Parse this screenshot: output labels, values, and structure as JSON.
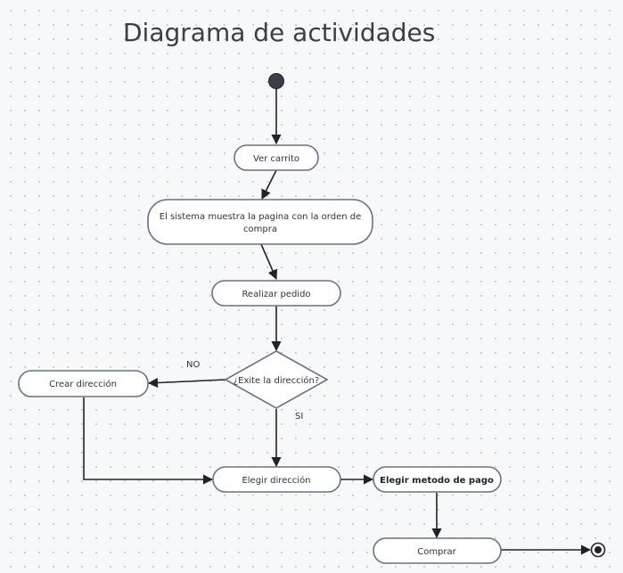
{
  "diagram": {
    "title": "Diagrama de actividades",
    "nodes": {
      "ver_carrito": "Ver carrito",
      "sistema_muestra_line1": "El sistema muestra la pagina con la orden de",
      "sistema_muestra_line2": "compra",
      "realizar_pedido": "Realizar pedido",
      "existe_direccion": "¿Exite la dirección?",
      "crear_direccion": "Crear dirección",
      "elegir_direccion": "Elegir dirección",
      "elegir_metodo_pago": "Elegir metodo de pago",
      "comprar": "Comprar"
    },
    "edge_labels": {
      "no": "NO",
      "si": "SI"
    }
  }
}
